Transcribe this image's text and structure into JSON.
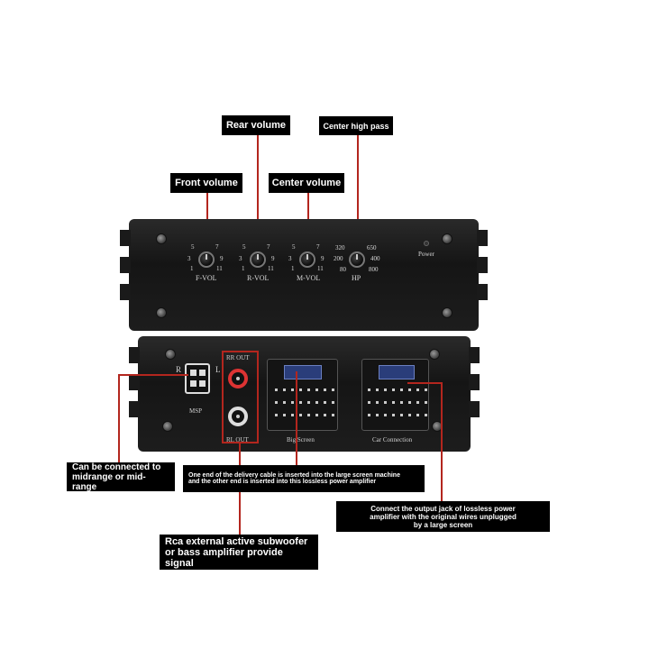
{
  "labels": {
    "rear_volume": "Rear volume",
    "center_high_pass": "Center high pass",
    "front_volume": "Front volume",
    "center_volume": "Center volume",
    "midrange": [
      "Can be connected to",
      "midrange or mid-range"
    ],
    "delivery_cable": [
      "One end of the delivery cable is inserted into the large screen machine",
      "and the other end is inserted into this lossless power amplifier"
    ],
    "output_jack": [
      "Connect the output jack of lossless power",
      "amplifier with the original wires unplugged",
      "by a large screen"
    ],
    "rca_signal": [
      "Rca external active subwoofer",
      "or bass amplifier provide signal"
    ]
  },
  "front_panel": {
    "knobs": [
      {
        "label": "F-VOL",
        "scale": [
          "5",
          "7",
          "3",
          "9",
          "1",
          "11"
        ]
      },
      {
        "label": "R-VOL",
        "scale": [
          "5",
          "7",
          "3",
          "9",
          "1",
          "11"
        ]
      },
      {
        "label": "M-VOL",
        "scale": [
          "5",
          "7",
          "3",
          "9",
          "1",
          "11"
        ]
      },
      {
        "label": "HP",
        "scale": [
          "320",
          "650",
          "200",
          "400",
          "80",
          "800"
        ]
      }
    ],
    "power_label": "Power"
  },
  "rear_panel": {
    "msp_label": "MSP",
    "r_label": "R",
    "l_label": "L",
    "rr_out": "RR OUT",
    "rl_out": "RL OUT",
    "big_screen": "Big Screen",
    "car_connection": "Car Connection"
  }
}
